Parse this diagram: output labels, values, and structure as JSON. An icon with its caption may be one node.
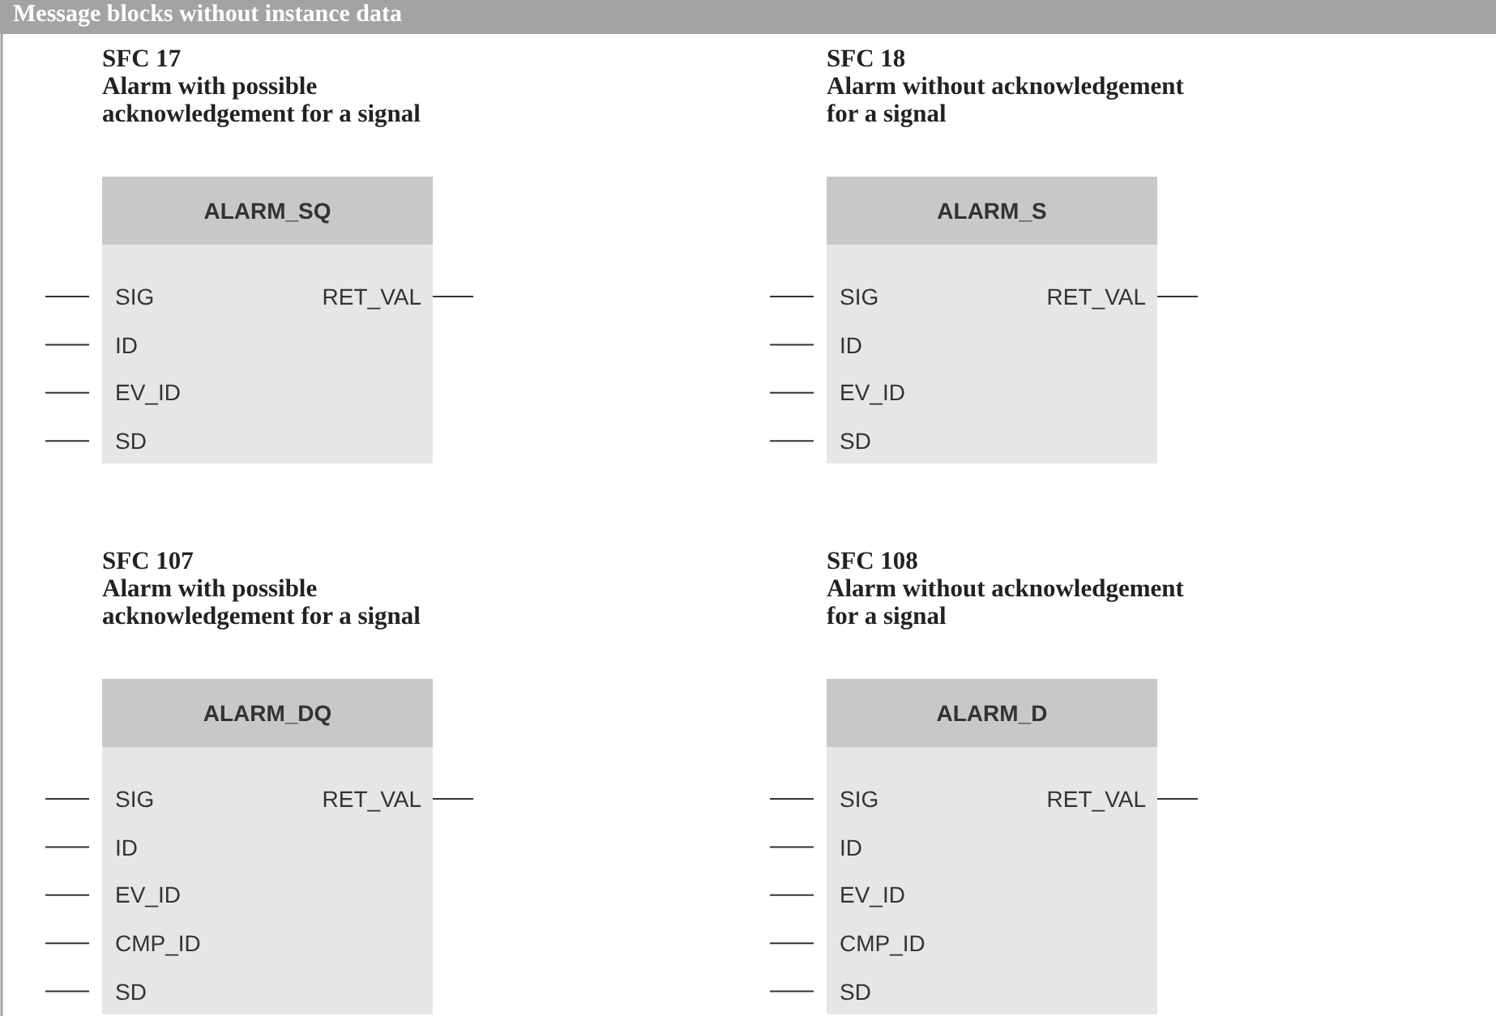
{
  "diagram": {
    "title": "Message blocks without instance data",
    "nodes": [
      {
        "text": [
          "SFC 17",
          "Alarm with possible acknowledgement for a signal",
          "ALARM_SQ",
          "SIG",
          "ID",
          "EV_ID",
          "SD",
          "RET_VAL"
        ]
      },
      {
        "text": [
          "SFC 18",
          "Alarm without acknowledgement for a signal",
          "ALARM_S",
          "SIG",
          "ID",
          "EV_ID",
          "SD",
          "RET_VAL"
        ]
      },
      {
        "text": [
          "SFC 107",
          "Alarm with possible acknowledgement for a signal",
          "ALARM_DQ",
          "SIG",
          "ID",
          "EV_ID",
          "CMP_ID",
          "SD",
          "RET_VAL"
        ]
      },
      {
        "text": [
          "SFC 108",
          "Alarm without acknowledgement for a signal",
          "ALARM_D",
          "SIG",
          "ID",
          "EV_ID",
          "CMP_ID",
          "SD",
          "RET_VAL"
        ]
      }
    ]
  }
}
